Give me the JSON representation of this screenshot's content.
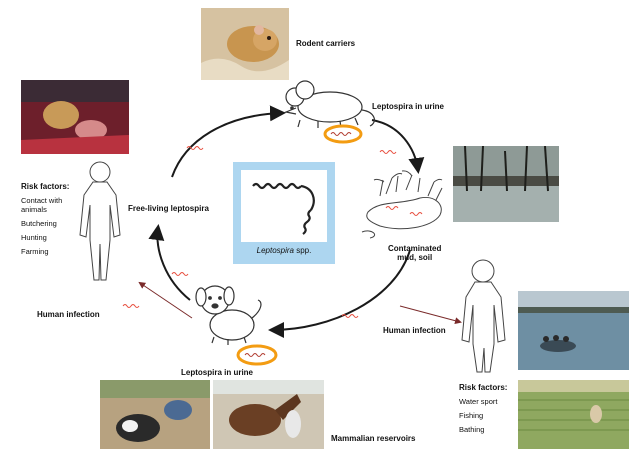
{
  "labels": {
    "rodent_carriers": "Rodent carriers",
    "leptospira_in_urine_top": "Leptospira in urine",
    "contaminated": "Contaminated\nmud, soil",
    "free_living": "Free-living leptospira",
    "human_infection_left": "Human infection",
    "human_infection_right": "Human infection",
    "leptospira_in_urine_bottom": "Leptospira in urine",
    "mammalian_reservoirs": "Mammalian reservoirs",
    "center_genus": "Leptospira",
    "center_suffix": " spp."
  },
  "risk_left": {
    "title": "Risk factors:",
    "items": [
      "Contact with\nanimals",
      "Butchering",
      "Hunting",
      "Farming"
    ]
  },
  "risk_right": {
    "title": "Risk factors:",
    "items": [
      "Water sport",
      "Fishing",
      "Bathing"
    ]
  },
  "colors": {
    "arrow": "#1a1a1a",
    "dashed_arrow": "#c0392b",
    "urine_circle": "#f39c12",
    "spirochete_small": "#e74c3c",
    "center_frame": "#add6f0"
  }
}
